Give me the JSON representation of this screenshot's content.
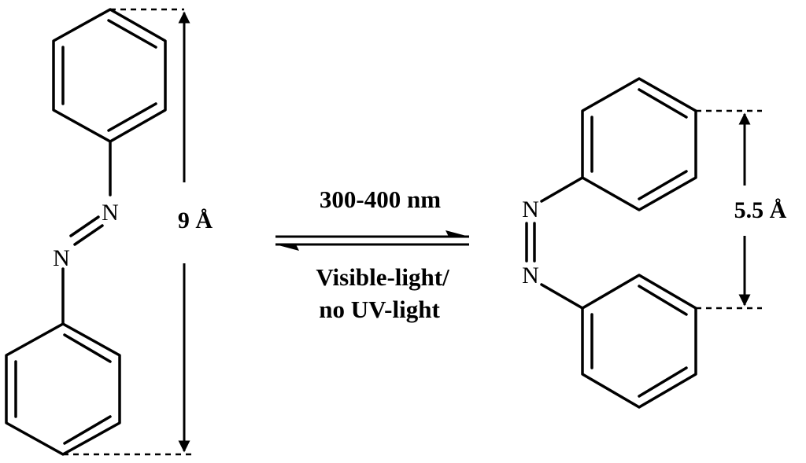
{
  "trans_isomer": {
    "atom_top": "N",
    "atom_bottom": "N",
    "distance_label": "9 Å"
  },
  "cis_isomer": {
    "atom_top": "N",
    "atom_bottom": "N",
    "distance_label": "5.5 Å"
  },
  "equilibrium": {
    "forward_condition": "300-400 nm",
    "reverse_condition_line1": "Visible-light/",
    "reverse_condition_line2": "no UV-light"
  }
}
